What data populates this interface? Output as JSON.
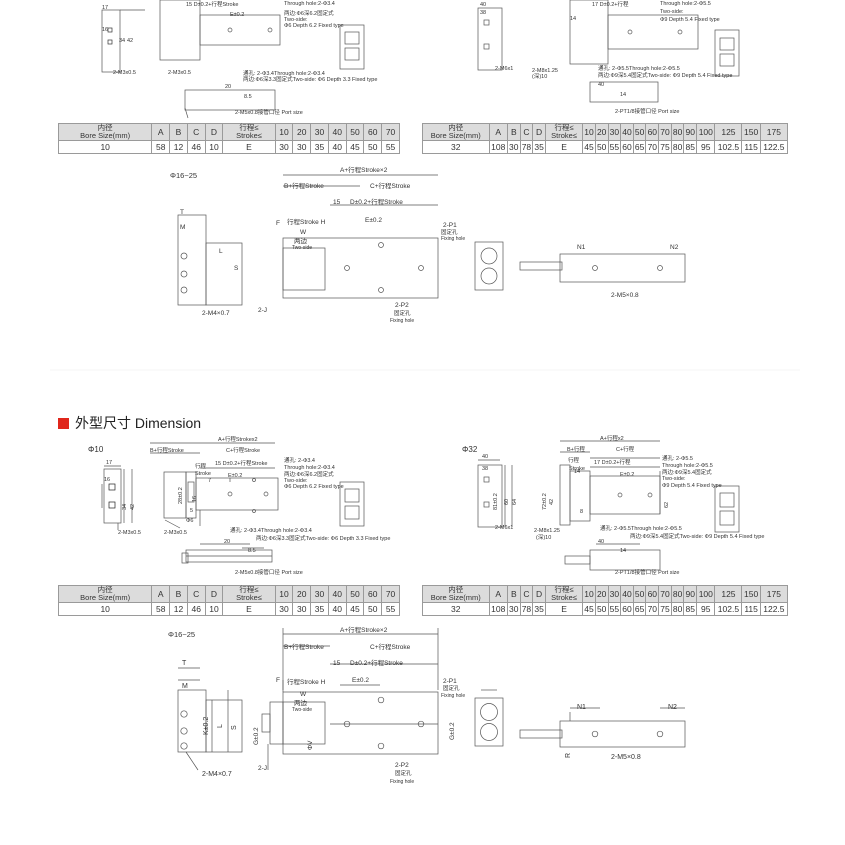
{
  "section": {
    "title": "外型尺寸 Dimension",
    "accent": "#e0261b"
  },
  "phi10": {
    "label": "Φ10",
    "dims": {
      "a_stroke_x2": "A+行程Strokex2",
      "b_stroke": "B+行程Stroke",
      "c_stroke": "C+行程Stroke",
      "d_stroke": "15  D±0.2+行程Stroke",
      "e": "E±0.2",
      "stroke_word": "行程",
      "stroke_en": "Stroke",
      "dim_7": "7",
      "through_hole": "通孔: 2-Φ3.4",
      "through_hole_en": "Through hole:2-Φ3.4",
      "two_side_fixed": "两边:Φ6深6.2固定式",
      "two_side_en": "Two-side:",
      "depth_fixed": "Φ6 Depth 6.2 Fixed type",
      "bottom_through": "通孔: 2-Φ3.4Through hole:2-Φ3.4",
      "bottom_two_side": "两边:Φ6深3.3固定式Two-side: Φ6 Depth 3.3 Fixed type",
      "m3": "2-M3x0.5",
      "port": "2-M5x0.8接管口径 Port size",
      "d17": "17",
      "d16": "16",
      "d34": "34",
      "d42": "42",
      "d20": "20",
      "d8_5": "8.5",
      "d28": "28±0.2",
      "d16b": "16",
      "d5": "5",
      "phi6": "Φ6"
    },
    "table": {
      "header": [
        "内径\nBore Size(mm)",
        "A",
        "B",
        "C",
        "D",
        "行程≤\nStroke≤",
        "10",
        "20",
        "30",
        "40",
        "50",
        "60",
        "70"
      ],
      "row": [
        "10",
        "58",
        "12",
        "46",
        "10",
        "E",
        "30",
        "30",
        "35",
        "40",
        "45",
        "50",
        "55"
      ]
    }
  },
  "phi32": {
    "label": "Φ32",
    "dims": {
      "a_stroke_x2": "A+行程x2",
      "b_stroke": "B+行程",
      "c_stroke": "C+行程",
      "d_stroke": "17  D±0.2+行程",
      "stroke_word": "行程",
      "stroke_en": "Stroke",
      "d14": "14",
      "e": "E±0.2",
      "through_hole": "通孔: 2-Φ5.5",
      "through_hole_en": "Through hole:2-Φ5.5",
      "two_side_fixed": "两边:Φ9深5.4固定式",
      "two_side_en": "Two-side:",
      "depth_fixed": "Φ9 Depth 5.4 Fixed type",
      "bottom_through": "通孔: 2-Φ5.5Through hole:2-Φ5.5",
      "bottom_two_side": "两边:Φ9深5.4固定式Two-side: Φ9 Depth 5.4 Fixed type",
      "m6": "2-M6x1",
      "m8": "2-M8x1.25",
      "m8_deep": "(深)10",
      "port": "2-PT1/8接管口径 Port size",
      "d40": "40",
      "d14b": "14",
      "d8": "8",
      "d38": "38",
      "d60": "60",
      "d81": "81±0.2",
      "d72": "72±0.2",
      "d42": "42",
      "d62": "62",
      "d64": "64"
    },
    "table": {
      "header": [
        "内径\nBore Size(mm)",
        "A",
        "B",
        "C",
        "D",
        "行程≤\nStroke≤",
        "10",
        "20",
        "30",
        "40",
        "50",
        "60",
        "70",
        "80",
        "90",
        "100",
        "125",
        "150",
        "175"
      ],
      "row": [
        "32",
        "108",
        "30",
        "78",
        "35",
        "E",
        "45",
        "50",
        "55",
        "60",
        "65",
        "70",
        "75",
        "80",
        "85",
        "95",
        "102.5",
        "115",
        "122.5"
      ]
    }
  },
  "phi16_25": {
    "label": "Φ16~25",
    "dims": {
      "a_stroke_x2": "A+行程Stroke×2",
      "b_stroke": "B+行程Stroke",
      "c_stroke": "C+行程Stroke",
      "d_stroke": "D±0.2+行程Stroke",
      "d15": "15",
      "e": "E±0.2",
      "t": "T",
      "m": "M",
      "l": "L",
      "s": "S",
      "k": "K±0.2",
      "g": "G±0.2",
      "g2": "G±0.2",
      "f": "F",
      "stroke_h": "行程Stroke H",
      "w": "W",
      "two_side_cn": "两边",
      "two_side_en": "Two-side",
      "p1": "2-P1",
      "p1_cn": "固定孔",
      "p1_en": "Fixing hole",
      "p2": "2-P2",
      "p2_cn": "固定孔",
      "p2_en": "Fixing hole",
      "m4": "2-M4×0.7",
      "j": "2-J",
      "phi_v": "ΦV",
      "n1": "N1",
      "n2": "N2",
      "r": "R",
      "m5": "2-M5×0.8"
    }
  }
}
